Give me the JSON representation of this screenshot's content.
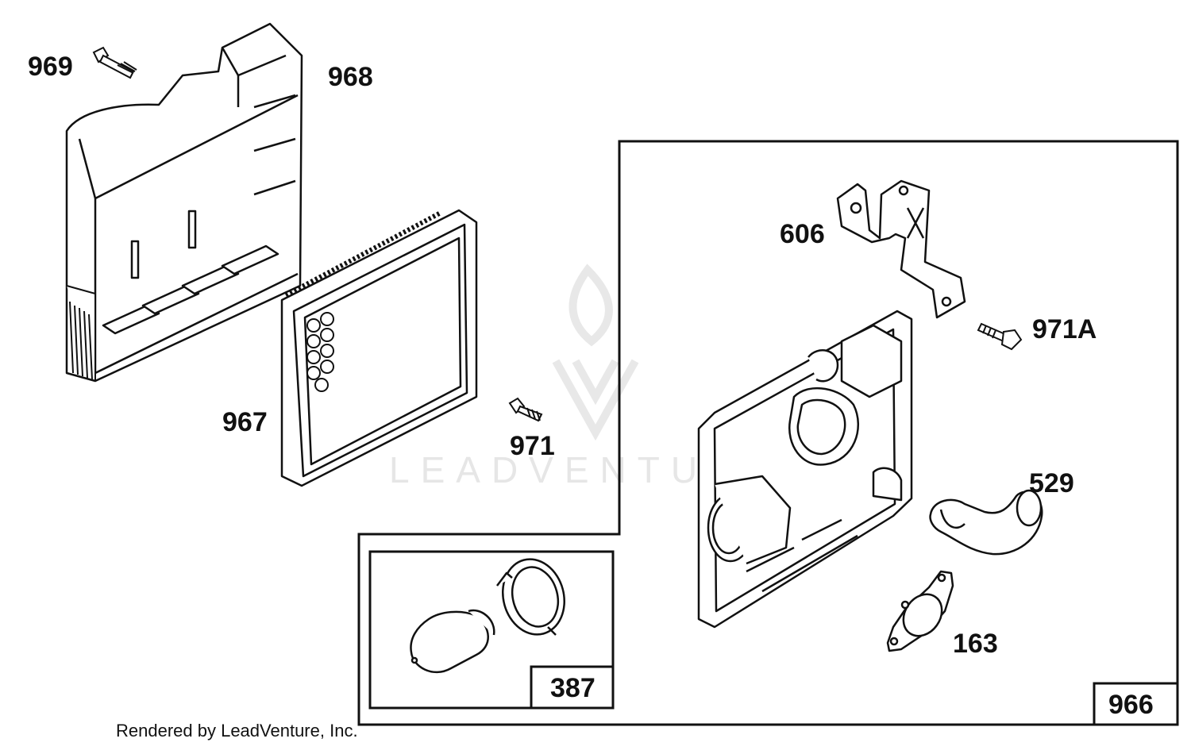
{
  "callouts": {
    "c969": "969",
    "c968": "968",
    "c967": "967",
    "c971": "971",
    "c606": "606",
    "c971a": "971A",
    "c529": "529",
    "c163": "163",
    "c387": "387",
    "c966": "966"
  },
  "watermark": "LEADVENTURE",
  "credit": "Rendered by LeadVenture, Inc.",
  "colors": {
    "ink": "#111111",
    "watermark": "#e6e6e6",
    "background": "#ffffff"
  }
}
